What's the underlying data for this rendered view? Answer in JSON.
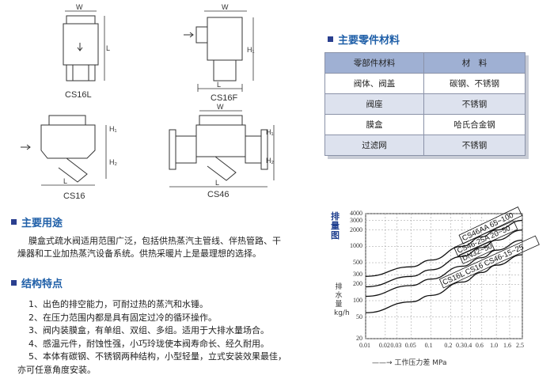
{
  "drawings": {
    "cs16l": {
      "caption": "CS16L",
      "dim_w": "W",
      "dim_l": "L"
    },
    "cs16f": {
      "caption": "CS16F",
      "dim_w": "W",
      "dim_h1": "H₁",
      "dim_l": "L"
    },
    "cs16": {
      "caption": "CS16",
      "dim_h1": "H₁",
      "dim_h2": "H₂",
      "dim_l": "L"
    },
    "cs46": {
      "caption": "CS46",
      "dim_w": "W",
      "dim_h1": "H₁",
      "dim_h2": "H₂",
      "dim_l": "L"
    }
  },
  "parts": {
    "title": "主要零件材料",
    "headers": [
      "零部件材料",
      "材　料"
    ],
    "rows": [
      [
        "阀体、阀盖",
        "碳钢、不锈钢"
      ],
      [
        "阀座",
        "不锈钢"
      ],
      [
        "膜盒",
        "哈氏合金钢"
      ],
      [
        "过滤网",
        "不锈钢"
      ]
    ]
  },
  "usage": {
    "title": "主要用途",
    "text_line1": "膜盒式疏水阀适用范围广泛，包括供热蒸汽主管线、伴热管路、干",
    "text_line2": "燥器和工业加热蒸汽设备系统。供热采暖片上是最理想的选择。"
  },
  "features": {
    "title": "结构特点",
    "items": [
      "1、出色的排空能力，可耐过热的蒸汽和水锤。",
      "2、在压力范围内都是具有固定过冷的循环操作。",
      "3、阀内装膜盒，有单组、双组、多组。适用于大排水量场合。",
      "4、感温元件，耐蚀性强，小巧玲珑使本阀寿命长、经久耐用。",
      "5、本体有碳钢、不锈钢两种结构，小型轻量，立式安装效果最佳，",
      "亦可任意角度安装。"
    ]
  },
  "chart_data": {
    "type": "line",
    "title": "排量图",
    "ylabel": "排水量 kg/h",
    "xlabel": "工作压力差 MPa",
    "x_scale": "log",
    "y_scale": "log",
    "xlim": [
      0.01,
      2.5
    ],
    "ylim": [
      20,
      4000
    ],
    "x_ticks": [
      "0.01",
      "0.02",
      "0.03",
      "0.05",
      "0.1",
      "0.2",
      "0.3",
      "0.4",
      "0.6",
      "1.0",
      "1.6",
      "2.5"
    ],
    "y_ticks": [
      "4000",
      "3000",
      "2000",
      "1000",
      "500",
      "300",
      "200",
      "100",
      "50",
      "20"
    ],
    "grid": true,
    "series": [
      {
        "name": "CS46AA 65~100",
        "x": [
          0.01,
          0.05,
          0.1,
          0.3,
          0.6,
          1.0,
          2.5
        ],
        "y": [
          280,
          420,
          560,
          1000,
          1500,
          2000,
          3000
        ]
      },
      {
        "name": "CS46-25A 20~50",
        "x": [
          0.01,
          0.05,
          0.1,
          0.3,
          0.6,
          1.0,
          2.5
        ],
        "y": [
          180,
          280,
          370,
          650,
          950,
          1300,
          2000
        ]
      },
      {
        "name": "DN32~50",
        "x": [
          0.01,
          0.05,
          0.1,
          0.3,
          0.6,
          1.0,
          2.5
        ],
        "y": [
          120,
          190,
          250,
          430,
          620,
          850,
          1300
        ]
      },
      {
        "name": "CS16L CS16 CS46-15~25",
        "x": [
          0.01,
          0.05,
          0.1,
          0.3,
          0.6,
          1.0,
          2.5
        ],
        "y": [
          60,
          95,
          125,
          220,
          330,
          450,
          700
        ]
      }
    ],
    "curve_labels": [
      {
        "text": "CS46AA  65~100",
        "series": 0
      },
      {
        "text": "CS46-25A 20~50",
        "series": 1
      },
      {
        "text": "DN32~50",
        "series": 2
      },
      {
        "text": "CS16L  CS16  CS46-15~25",
        "series": 3
      }
    ]
  }
}
